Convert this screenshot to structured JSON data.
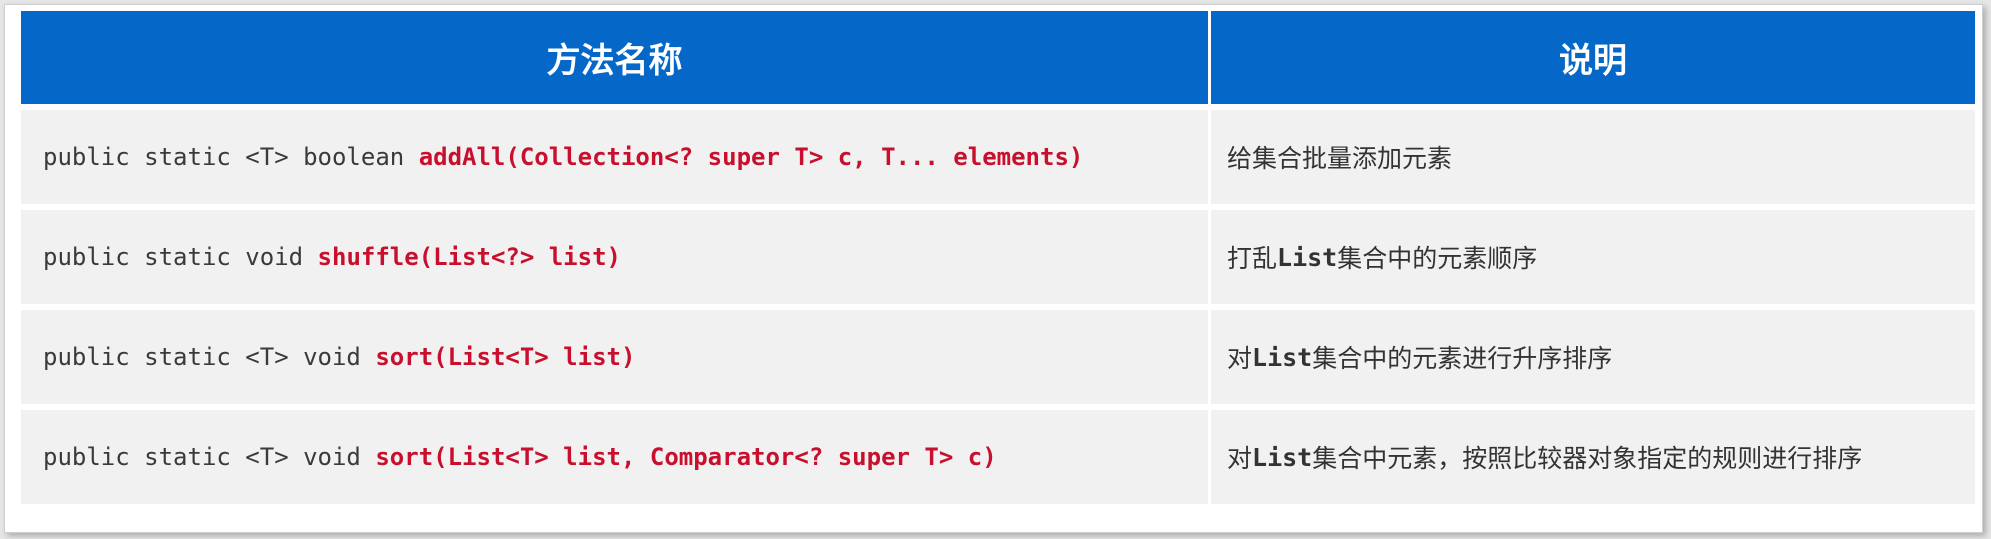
{
  "table": {
    "headers": [
      "方法名称",
      "说明"
    ],
    "rows": [
      {
        "signature_prefix": "public static <T> boolean ",
        "signature_method": "addAll(Collection<? super T> c, T... elements)",
        "description": "给集合批量添加元素"
      },
      {
        "signature_prefix": "public static void ",
        "signature_method": "shuffle(List<?> list)",
        "description_pre": "打乱",
        "description_code": "List",
        "description_post": "集合中的元素顺序"
      },
      {
        "signature_prefix": "public static <T> void ",
        "signature_method": "sort(List<T> list)",
        "description_pre": "对",
        "description_code": "List",
        "description_post": "集合中的元素进行升序排序"
      },
      {
        "signature_prefix": "public static <T> void ",
        "signature_method": "sort(List<T> list, Comparator<? super T> c)",
        "description_pre": "对",
        "description_code": "List",
        "description_post": "集合中元素，按照比较器对象指定的规则进行排序"
      }
    ]
  },
  "colors": {
    "header_bg": "#0568c8",
    "header_text": "#ffffff",
    "row_bg": "#f1f1f1",
    "method_name": "#c8102e",
    "body_text": "#3a3a3a"
  }
}
